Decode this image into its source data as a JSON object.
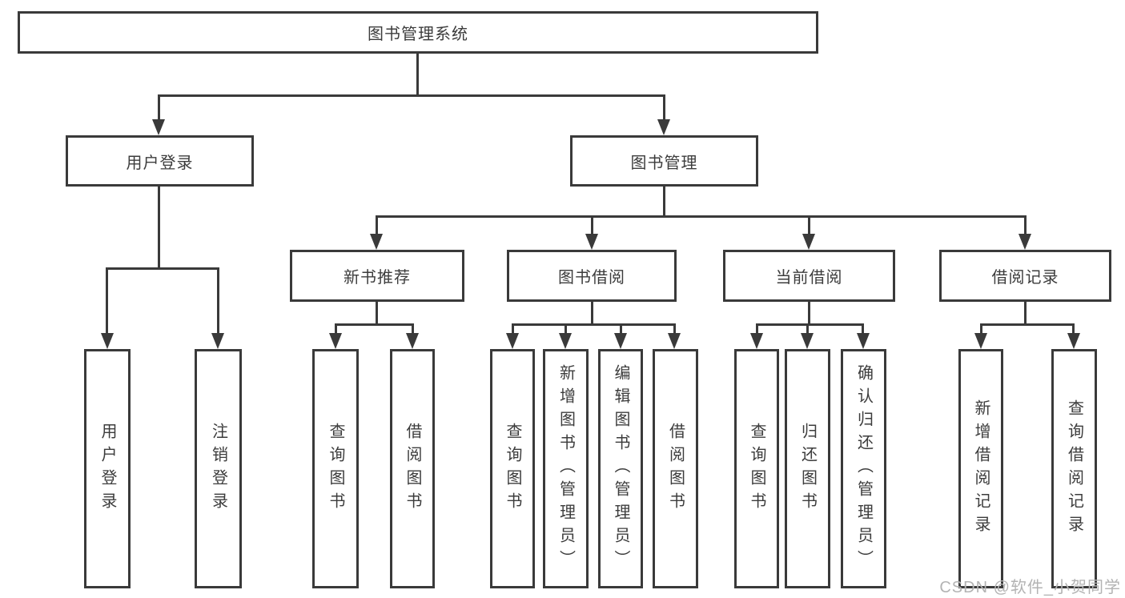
{
  "root": {
    "label": "图书管理系统"
  },
  "level2": [
    {
      "label": "用户登录"
    },
    {
      "label": "图书管理"
    }
  ],
  "level3": [
    {
      "label": "新书推荐",
      "parent": "图书管理"
    },
    {
      "label": "图书借阅",
      "parent": "图书管理"
    },
    {
      "label": "当前借阅",
      "parent": "图书管理"
    },
    {
      "label": "借阅记录",
      "parent": "图书管理"
    }
  ],
  "leaves": [
    {
      "label": "用户登录",
      "parent": "用户登录"
    },
    {
      "label": "注销登录",
      "parent": "用户登录"
    },
    {
      "label": "查询图书",
      "parent": "新书推荐"
    },
    {
      "label": "借阅图书",
      "parent": "新书推荐"
    },
    {
      "label": "查询图书",
      "parent": "图书借阅"
    },
    {
      "label": "新增图书（管理员）",
      "parent": "图书借阅"
    },
    {
      "label": "编辑图书（管理员）",
      "parent": "图书借阅"
    },
    {
      "label": "借阅图书",
      "parent": "图书借阅"
    },
    {
      "label": "查询图书",
      "parent": "当前借阅"
    },
    {
      "label": "归还图书",
      "parent": "当前借阅"
    },
    {
      "label": "确认归还（管理员）",
      "parent": "当前借阅"
    },
    {
      "label": "新增借阅记录",
      "parent": "借阅记录"
    },
    {
      "label": "查询借阅记录",
      "parent": "借阅记录"
    }
  ],
  "watermark": "CSDN @软件_小贺同学",
  "colors": {
    "line": "#3a3a3a",
    "text": "#3c3c3c",
    "watermark": "#b3b3b3",
    "background": "#ffffff"
  }
}
